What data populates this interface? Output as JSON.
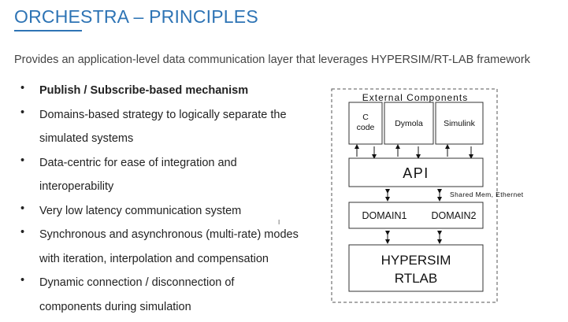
{
  "slide": {
    "title": "ORCHESTRA – PRINCIPLES",
    "subtitle": "Provides an application-level data communication layer that leverages HYPERSIM/RT-LAB framework"
  },
  "bullets": [
    {
      "lines": [
        "Publish / Subscribe-based mechanism"
      ],
      "bold": true
    },
    {
      "lines": [
        "Domains-based strategy to logically separate the",
        "simulated systems"
      ],
      "bold": false
    },
    {
      "lines": [
        "Data-centric for ease of integration and",
        "interoperability"
      ],
      "bold": false
    },
    {
      "lines": [
        "Very low latency communication system"
      ],
      "bold": false
    },
    {
      "lines": [
        "Synchronous and asynchronous (multi-rate) modes",
        "with iteration, interpolation and compensation"
      ],
      "bold": false
    },
    {
      "lines": [
        "Dynamic connection / disconnection of",
        "components during simulation"
      ],
      "bold": false
    }
  ],
  "bullet_glyph": "•",
  "diagram": {
    "outer_label": "External Components",
    "components": [
      "C code",
      "Dymola",
      "Simulink"
    ],
    "api_label": "API",
    "link_label": "Shared Mem, Ethernet",
    "domains": [
      "DOMAIN1",
      "DOMAIN2"
    ],
    "core_lines": [
      "HYPERSIM",
      "RTLAB"
    ]
  }
}
